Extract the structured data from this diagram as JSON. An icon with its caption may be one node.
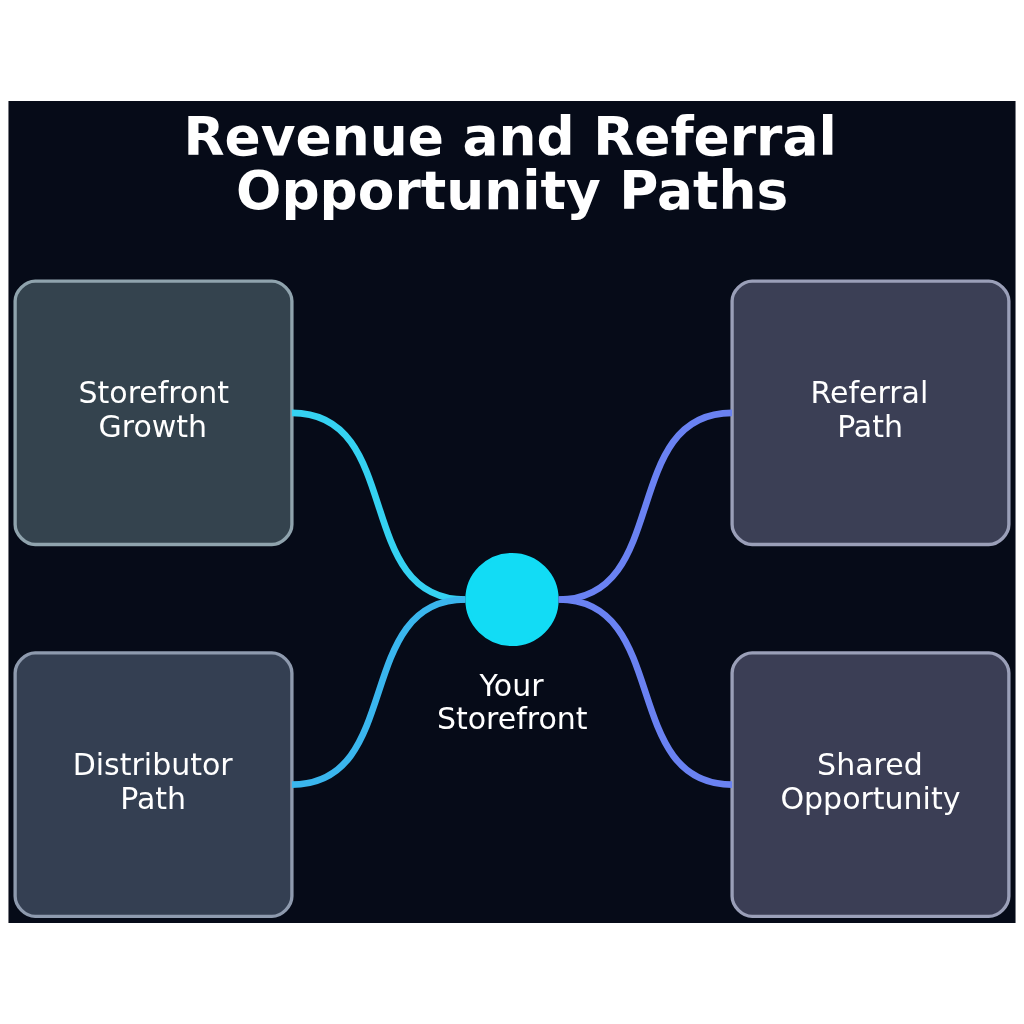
{
  "diagram": {
    "title": "Revenue and Referral Opportunity Paths",
    "nodes": [
      {
        "text": [
          "Storefront Growth"
        ]
      },
      {
        "text": [
          "Referral Path"
        ]
      },
      {
        "text": [],
        "shape": "circle",
        "beside": [
          "Your Storefront"
        ]
      },
      {
        "text": [
          "Distributor Path"
        ]
      },
      {
        "text": [
          "Shared Opportunity"
        ]
      }
    ],
    "edges": [
      {
        "from": 0,
        "to": 2,
        "arrow": "none",
        "color": "#35d2f2"
      },
      {
        "from": 2,
        "to": 1,
        "arrow": "none",
        "color": "#6a82f2"
      },
      {
        "from": 3,
        "to": 2,
        "arrow": "none",
        "color": "#3ab6ee"
      },
      {
        "from": 2,
        "to": 4,
        "arrow": "none",
        "color": "#6a82f2"
      }
    ]
  }
}
